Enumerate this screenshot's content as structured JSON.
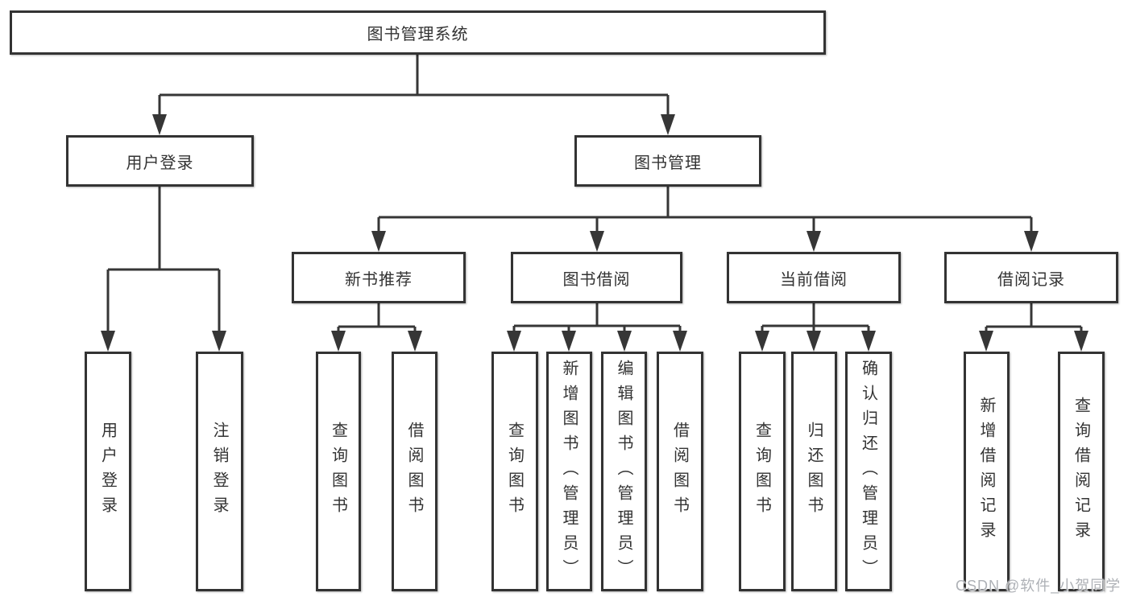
{
  "colors": {
    "line": "#363636",
    "box_border": "#333333",
    "text": "#333333",
    "watermark": "#aeb1b6",
    "background": "#ffffff"
  },
  "tree": {
    "root": "图书管理系统",
    "branches": [
      {
        "label": "用户登录",
        "leaves": [
          "用户登录",
          "注销登录"
        ]
      },
      {
        "label": "图书管理",
        "groups": [
          {
            "label": "新书推荐",
            "leaves": [
              "查询图书",
              "借阅图书"
            ]
          },
          {
            "label": "图书借阅",
            "leaves": [
              "查询图书",
              "新增图书（管理员）",
              "编辑图书（管理员）",
              "借阅图书"
            ]
          },
          {
            "label": "当前借阅",
            "leaves": [
              "查询图书",
              "归还图书",
              "确认归还（管理员）"
            ]
          },
          {
            "label": "借阅记录",
            "leaves": [
              "新增借阅记录",
              "查询借阅记录"
            ]
          }
        ]
      }
    ]
  },
  "watermark": "CSDN @软件_小贺同学"
}
